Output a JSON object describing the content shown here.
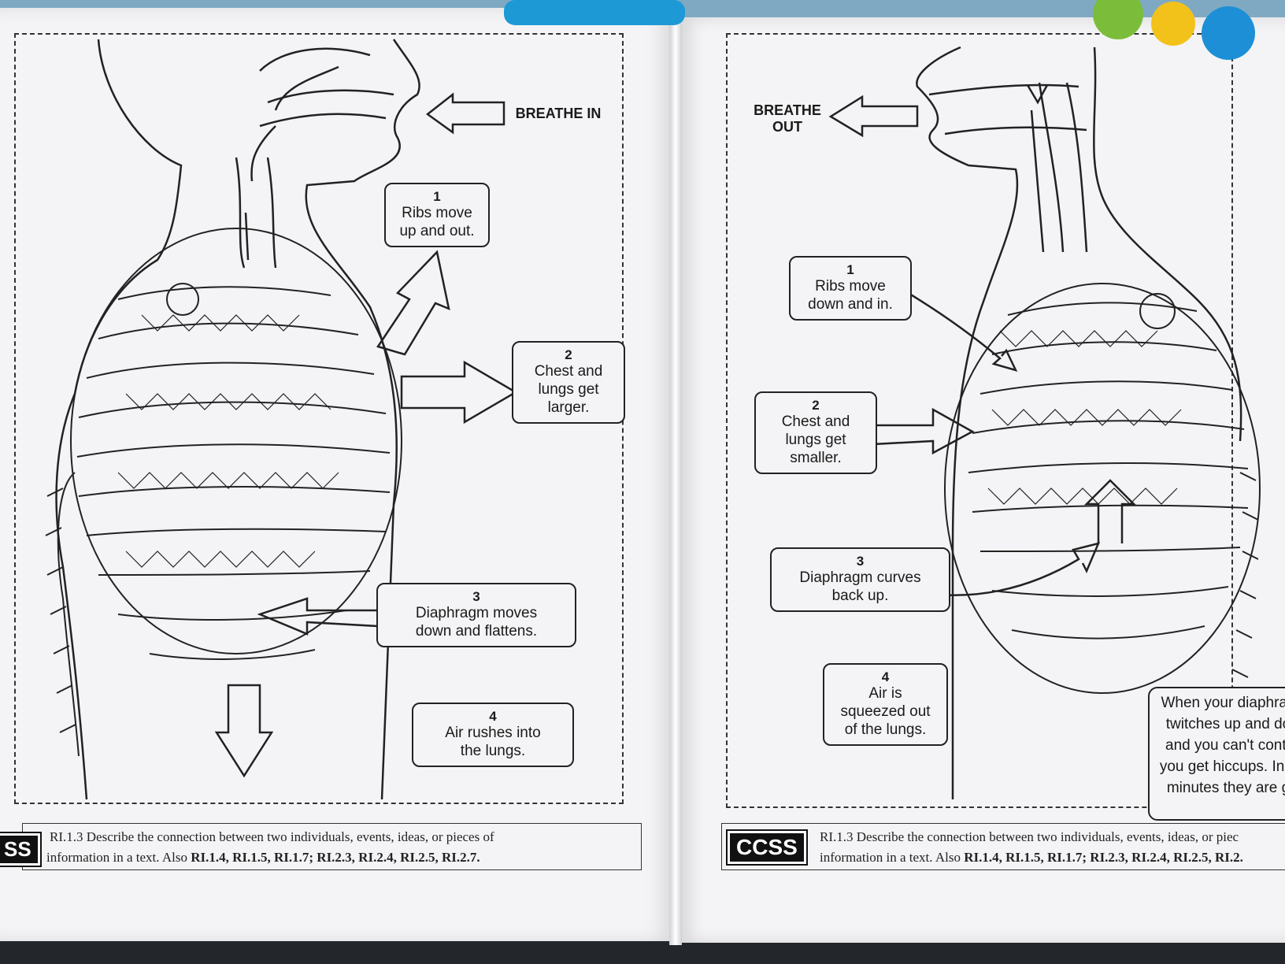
{
  "left_page": {
    "arrow_label": "BREATHE IN",
    "steps": [
      {
        "num": "1",
        "lines": [
          "Ribs move",
          "up and out."
        ]
      },
      {
        "num": "2",
        "lines": [
          "Chest and",
          "lungs get",
          "larger."
        ]
      },
      {
        "num": "3",
        "lines": [
          "Diaphragm moves",
          "down and flattens."
        ]
      },
      {
        "num": "4",
        "lines": [
          "Air rushes into",
          "the lungs."
        ]
      }
    ],
    "badge": "SS",
    "standard_line1": "RI.1.3 Describe the connection between two individuals, events, ideas, or pieces of",
    "standard_line2_prefix": "information in a text. Also ",
    "standard_line2_codes": "RI.1.4, RI.1.5, RI.1.7; RI.2.3, RI.2.4, RI.2.5, RI.2.7."
  },
  "right_page": {
    "arrow_label": [
      "BREATHE",
      "OUT"
    ],
    "steps": [
      {
        "num": "1",
        "lines": [
          "Ribs move",
          "down and in."
        ]
      },
      {
        "num": "2",
        "lines": [
          "Chest and",
          "lungs get",
          "smaller."
        ]
      },
      {
        "num": "3",
        "lines": [
          "Diaphragm curves",
          "back up."
        ]
      },
      {
        "num": "4",
        "lines": [
          "Air is",
          "squeezed out",
          "of the lungs."
        ]
      }
    ],
    "hiccup_lines": [
      "When your diaphrag",
      "twitches up and do",
      "and you can't contr",
      "you get hiccups. In a",
      "minutes they are g"
    ],
    "badge": "CCSS",
    "standard_line1": "RI.1.3 Describe the connection between two individuals, events, ideas, or piec",
    "standard_line2_prefix": "information in a text. Also ",
    "standard_line2_codes": "RI.1.4, RI.1.5, RI.1.7; RI.2.3, RI.2.4, RI.2.5, RI.2."
  },
  "colors": {
    "paper": "#f4f4f6",
    "ink": "#1a1a1a",
    "background": "#3a3f44",
    "cover_blue": "#7fa9c2"
  }
}
